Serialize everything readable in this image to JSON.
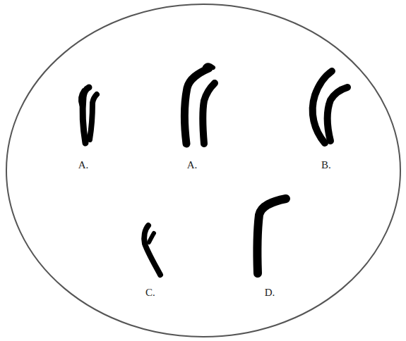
{
  "diagram": {
    "labels": [
      "A.",
      "A.",
      "B.",
      "C.",
      "D."
    ]
  }
}
